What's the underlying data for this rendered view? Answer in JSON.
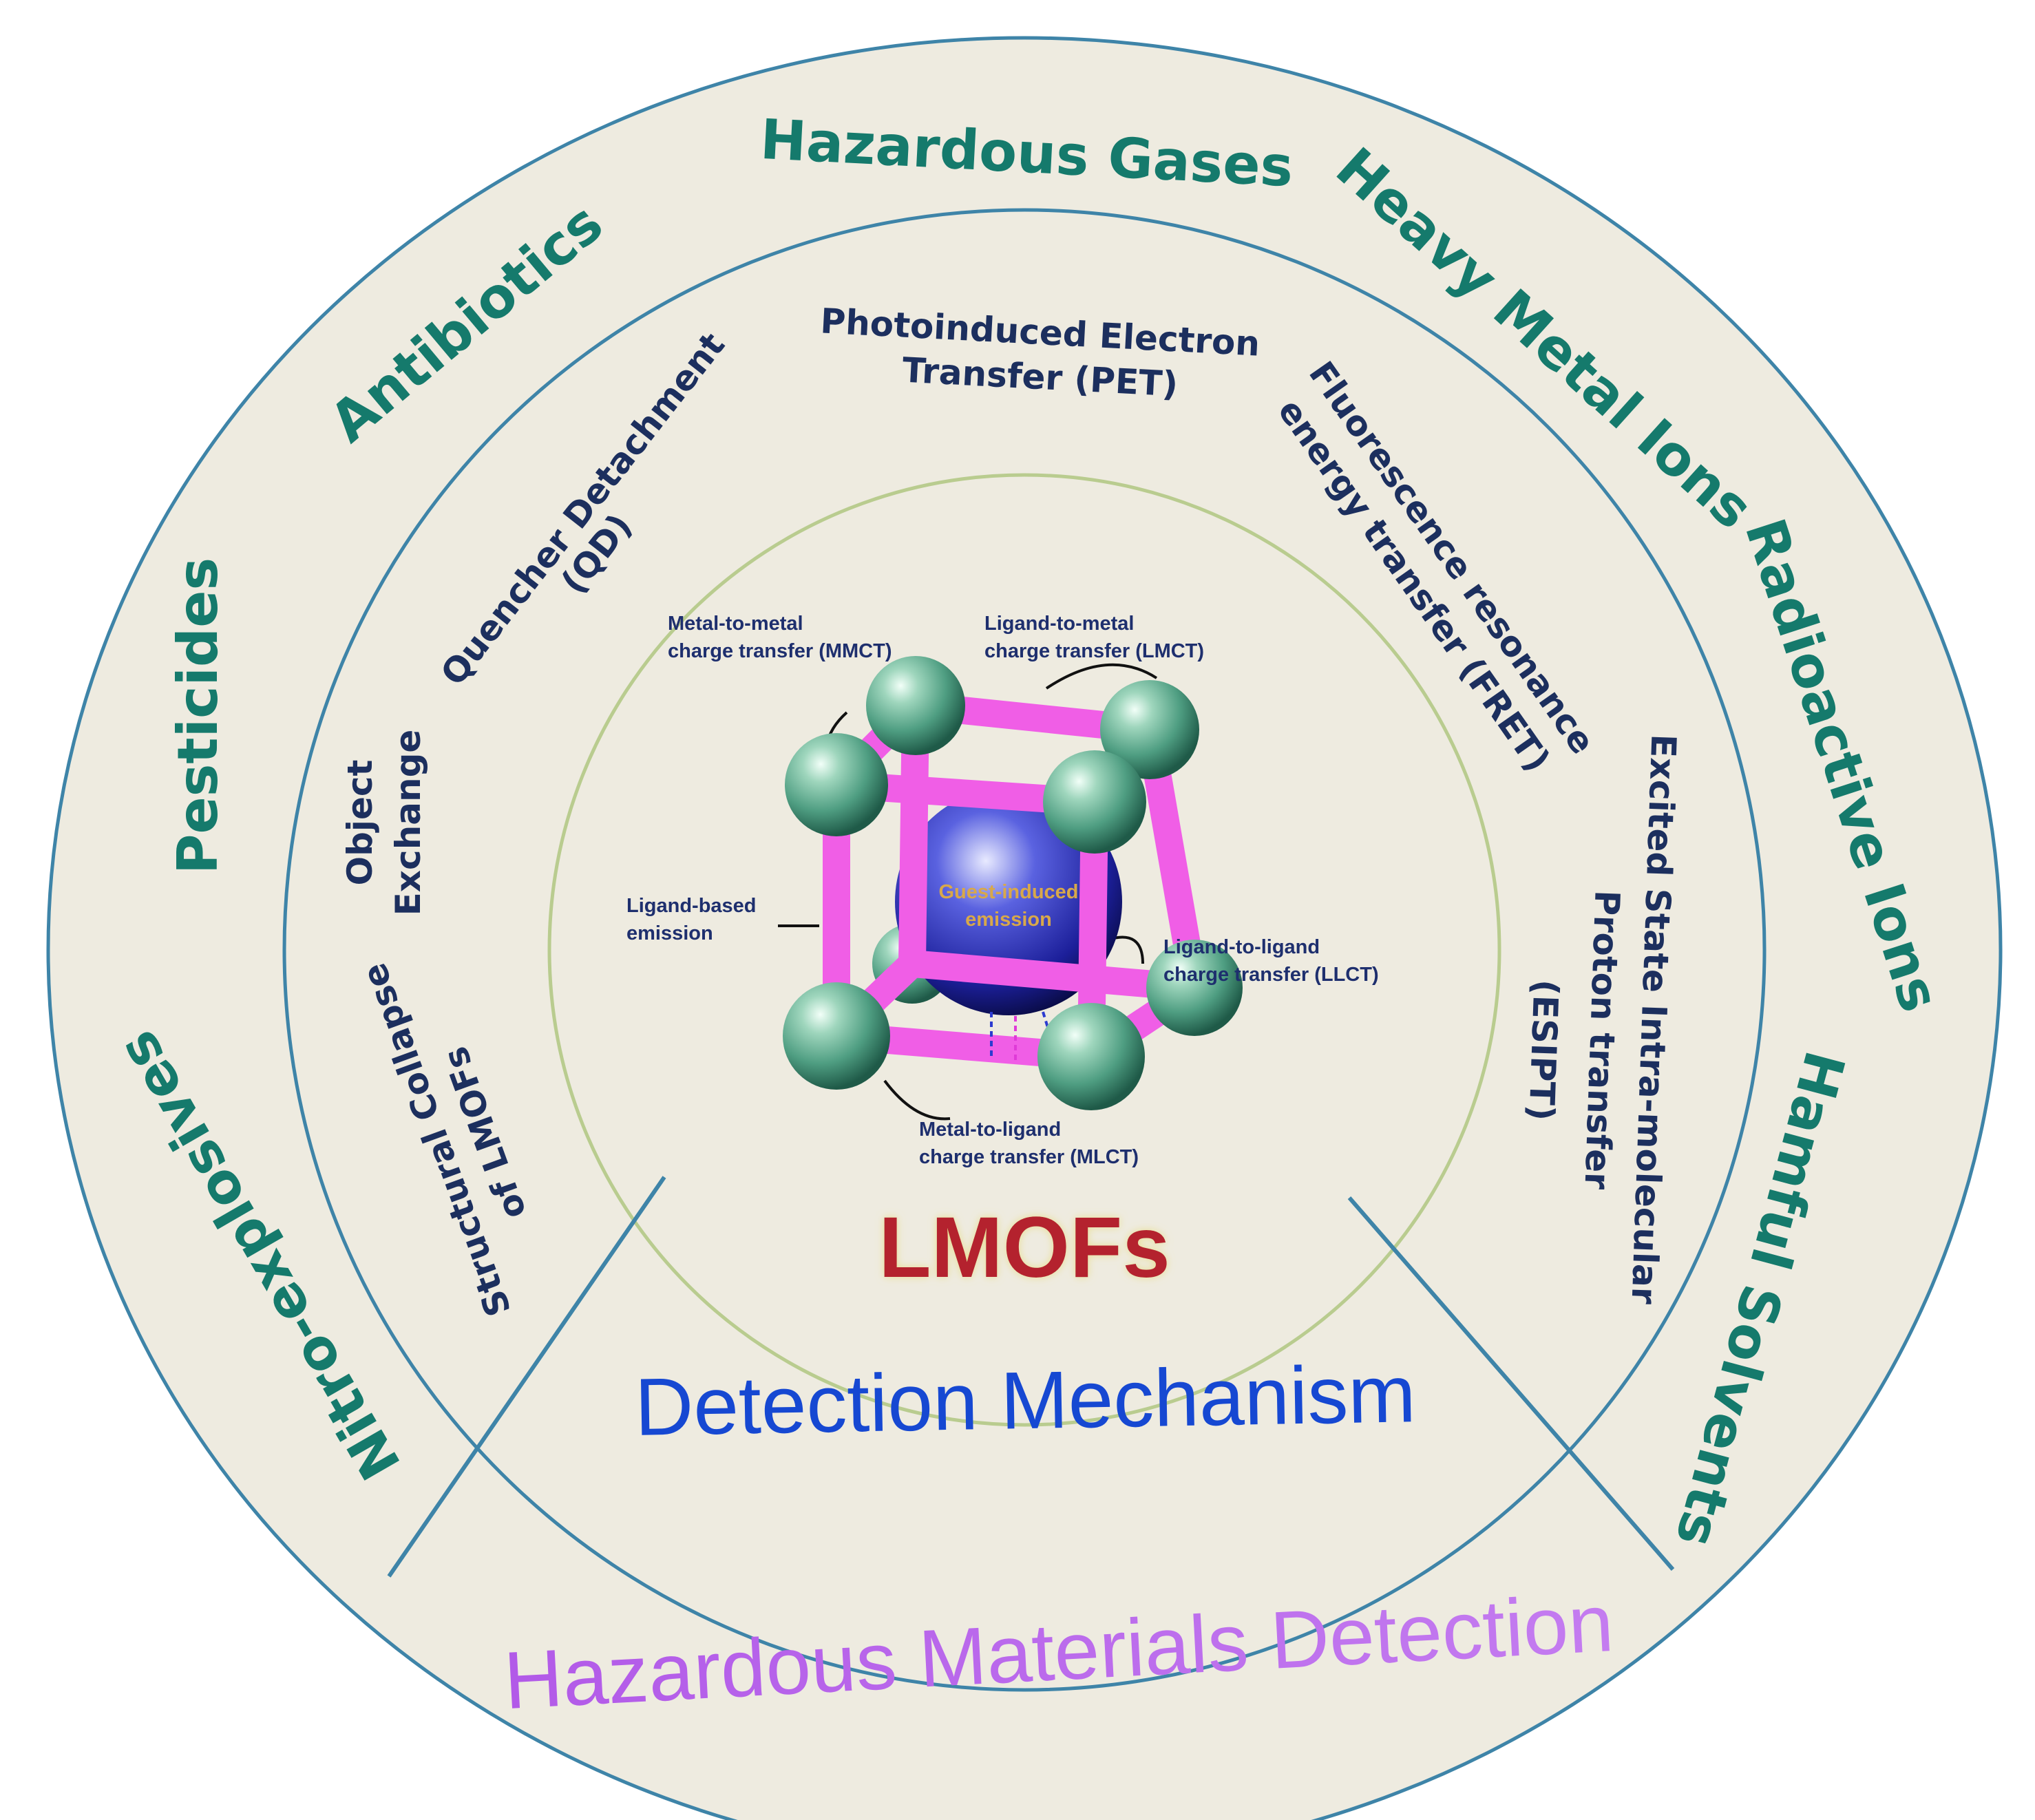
{
  "colors": {
    "background": "#ffffff",
    "panel_fill": "#eeebe0",
    "ring_stroke": "#3e84a8",
    "inner_ring_stroke": "#b9cc8f",
    "outer_text": "#157a6c",
    "mechanism_text": "#1c2f5e",
    "emission_text": "#1e2f6e",
    "detection_mechanism_text": "#1648d2",
    "hazardous_detection_text": "#b25ae8",
    "lmofs_text": "#b4232f",
    "guest_text": "#d8a84a",
    "frame_bar": "#f05ee6",
    "node": "#4f9e82",
    "guest_sphere": "#1c1f9a"
  },
  "outer_ring": {
    "banner": "Hazardous Materials Detection",
    "categories": [
      "Hazardous Gases",
      "Heavy Metal Ions",
      "Radioactive Ions",
      "Hamful Solvents",
      "Nitro-explosives",
      "Pesticides",
      "Antibiotics"
    ]
  },
  "middle_ring": {
    "banner": "Detection Mechanism",
    "mechanisms": {
      "pet": {
        "line1": "Photoinduced Electron",
        "line2": "Transfer (PET)"
      },
      "fret": {
        "line1": "Fluorescence resonance",
        "line2": "energy transfer (FRET)"
      },
      "esipt": {
        "line1": "Excited State Intra-molecular",
        "line2": "Proton transfer",
        "line3": "(ESIPT)"
      },
      "structural": {
        "line1": "Structural Collapse",
        "line2": "of LMOFs"
      },
      "object": {
        "line1": "Object",
        "line2": "Exchange"
      },
      "qd": {
        "line1": "Quencher Detachment",
        "line2": "(QD)"
      }
    }
  },
  "core": {
    "title": "LMOFs",
    "guest": {
      "line1": "Guest-induced",
      "line2": "emission"
    },
    "emissions": {
      "mmct": {
        "line1": "Metal-to-metal",
        "line2": "charge transfer (MMCT)"
      },
      "lmct": {
        "line1": "Ligand-to-metal",
        "line2": "charge transfer (LMCT)"
      },
      "ligand_based": {
        "line1": "Ligand-based",
        "line2": "emission"
      },
      "llct": {
        "line1": "Ligand-to-ligand",
        "line2": "charge transfer (LLCT)"
      },
      "mlct": {
        "line1": "Metal-to-ligand",
        "line2": "charge transfer (MLCT)"
      }
    }
  }
}
